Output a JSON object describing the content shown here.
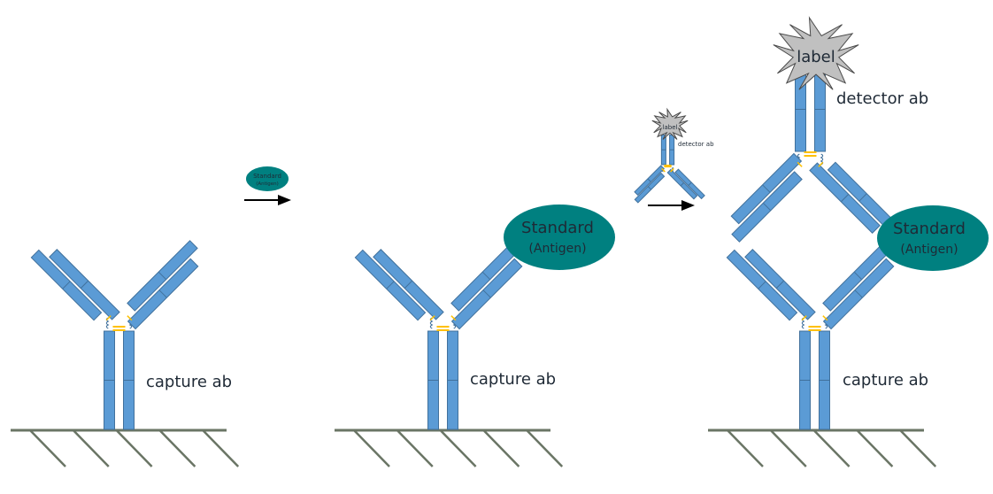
{
  "colors": {
    "antibody_fill": "#5b9bd5",
    "antibody_stroke": "#41719c",
    "disulfide": "#ffc000",
    "antigen_fill": "#008080",
    "antigen_text": "#1f2a36",
    "label_fill": "#c0c0c0",
    "ground": "#6a7565",
    "arrow": "#000000"
  },
  "panels": [
    {
      "capture_label": "capture ab"
    },
    {
      "capture_label": "capture ab",
      "antigen": {
        "title": "Standard",
        "subtitle": "(Antigen)"
      }
    },
    {
      "capture_label": "capture ab",
      "detector_label": "detector ab",
      "tag": "label",
      "antigen": {
        "title": "Standard",
        "subtitle": "(Antigen)"
      }
    }
  ],
  "step1": {
    "antigen": {
      "title": "Standard",
      "subtitle": "(Antigen)"
    }
  },
  "step2": {
    "detector_label": "detector ab",
    "tag": "label"
  }
}
